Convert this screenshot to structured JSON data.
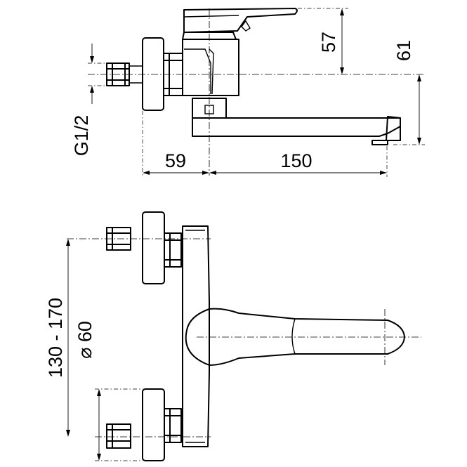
{
  "dimensions": {
    "handle_height": "57",
    "spout_height": "61",
    "thread": "G1/2",
    "eccentric_depth": "59",
    "spout_reach": "150",
    "centers": "130 - 170",
    "escutcheon": "⌀ 60"
  },
  "colors": {
    "line": "#000000",
    "background": "#ffffff"
  }
}
